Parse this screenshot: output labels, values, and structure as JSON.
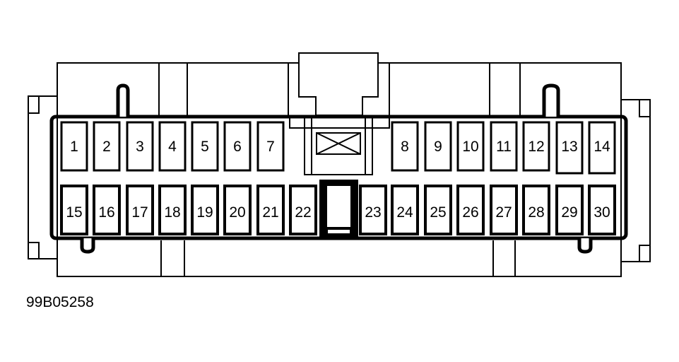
{
  "figure_id": "99B05258",
  "pins": [
    {
      "label": "1"
    },
    {
      "label": "2"
    },
    {
      "label": "3"
    },
    {
      "label": "4"
    },
    {
      "label": "5"
    },
    {
      "label": "6"
    },
    {
      "label": "7"
    },
    {
      "label": "8"
    },
    {
      "label": "9"
    },
    {
      "label": "10"
    },
    {
      "label": "11"
    },
    {
      "label": "12"
    },
    {
      "label": "13"
    },
    {
      "label": "14"
    },
    {
      "label": "15"
    },
    {
      "label": "16"
    },
    {
      "label": "17"
    },
    {
      "label": "18"
    },
    {
      "label": "19"
    },
    {
      "label": "20"
    },
    {
      "label": "21"
    },
    {
      "label": "22"
    },
    {
      "label": "23"
    },
    {
      "label": "24"
    },
    {
      "label": "25"
    },
    {
      "label": "26"
    },
    {
      "label": "27"
    },
    {
      "label": "28"
    },
    {
      "label": "29"
    },
    {
      "label": "30"
    }
  ]
}
